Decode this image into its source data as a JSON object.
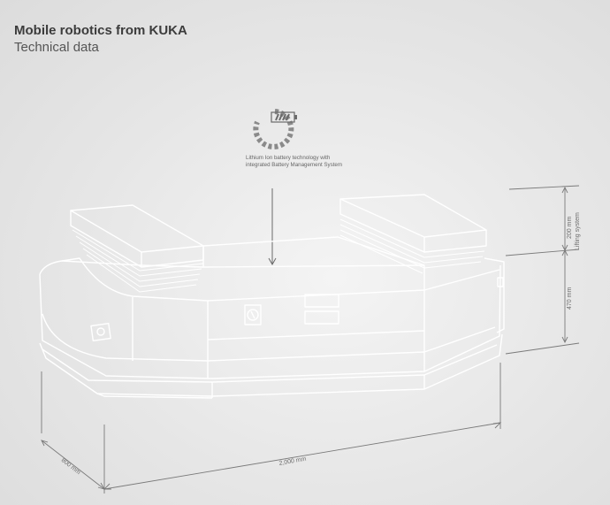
{
  "header": {
    "title": "Mobile robotics from KUKA",
    "subtitle": "Technical data"
  },
  "battery": {
    "icon": "battery-icon",
    "note_line1": "Lithium Ion battery technology with",
    "note_line2": "integrated Battery Management System"
  },
  "dimensions": {
    "lifting_height": "200 mm",
    "lifting_label": "Lifting system",
    "body_height": "470 mm",
    "length": "2,000 mm",
    "width": "800 mm"
  },
  "colors": {
    "line": "#ffffff",
    "dim_line": "#777777",
    "text": "#3c3c3c"
  }
}
